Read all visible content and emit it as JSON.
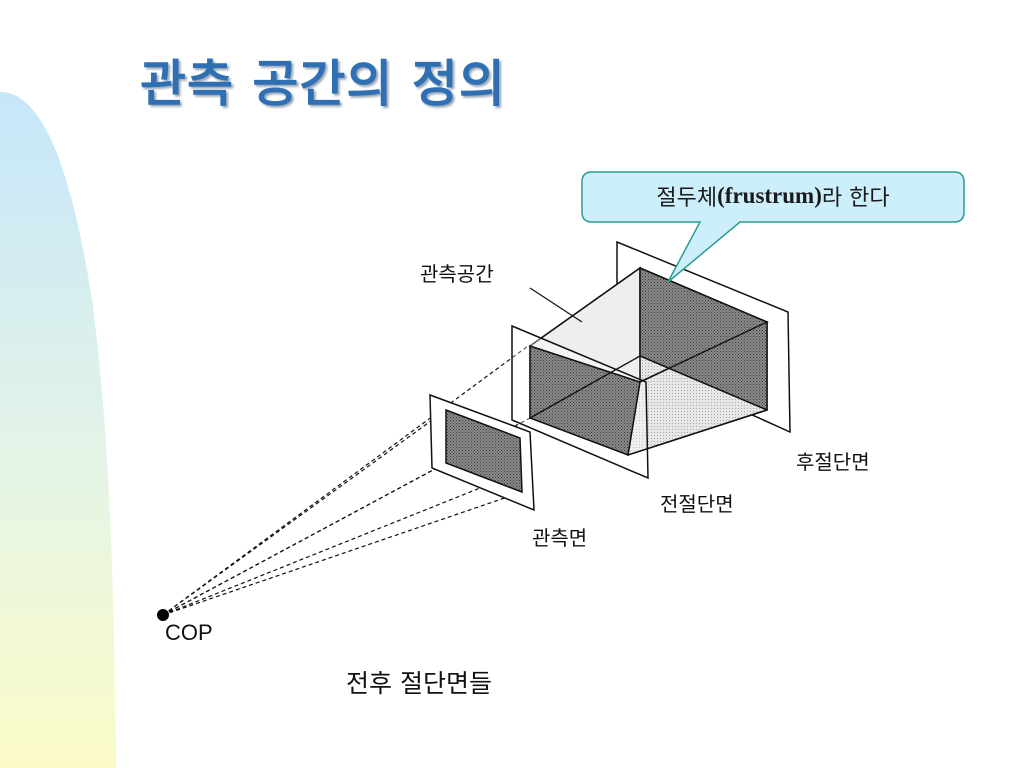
{
  "slide": {
    "title": "관측 공간의 정의"
  },
  "callout": {
    "text_ko_before": "절두체",
    "text_latin": "(frustrum)",
    "text_ko_after": "라 한다"
  },
  "labels": {
    "viewing_volume": "관측공간",
    "far_plane": "후절단면",
    "near_plane": "전절단면",
    "view_plane": "관측면",
    "cop": "COP"
  },
  "caption": "전후 절단면들",
  "colors": {
    "title": "#2f6fb4",
    "callout_fill": "#cdeefb",
    "callout_stroke": "#2a9d8f",
    "plane_dark": "#6f6f6f",
    "frustum_light": "#d6d6d6"
  }
}
